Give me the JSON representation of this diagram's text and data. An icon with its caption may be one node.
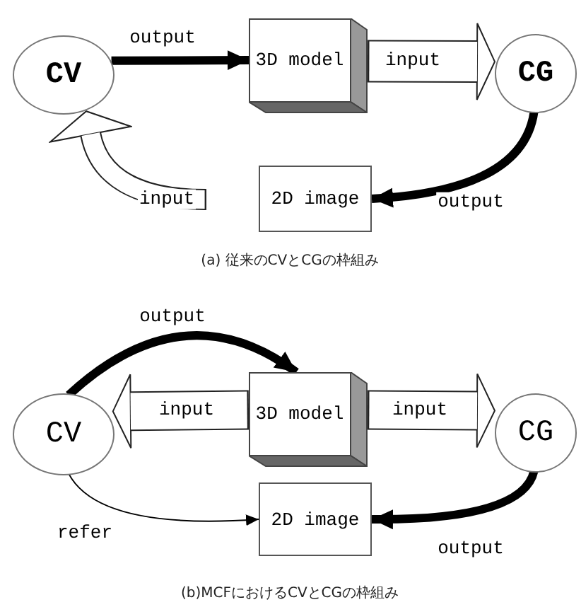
{
  "diagram": {
    "nodes": [
      {
        "text": [
          "CV"
        ]
      },
      {
        "text": [
          "3D model"
        ]
      },
      {
        "text": [
          "CG"
        ]
      },
      {
        "text": [
          "2D image"
        ]
      },
      {
        "text": [
          "CV"
        ]
      },
      {
        "text": [
          "3D model"
        ]
      },
      {
        "text": [
          "CG"
        ]
      },
      {
        "text": [
          "2D image"
        ]
      }
    ],
    "edges": [
      {
        "from": 0,
        "to": 1,
        "arrow": "to",
        "label": "output"
      },
      {
        "from": 1,
        "to": 2,
        "arrow": "to",
        "label": "input",
        "style": "thick"
      },
      {
        "from": 2,
        "to": 3,
        "arrow": "to",
        "label": "output"
      },
      {
        "from": null,
        "to": 0,
        "arrow": "to",
        "label": "input",
        "style": "thick"
      },
      {
        "from": 4,
        "to": 5,
        "arrow": "to",
        "label": "output"
      },
      {
        "from": 5,
        "to": 4,
        "arrow": "to",
        "label": "input",
        "style": "thick"
      },
      {
        "from": 5,
        "to": 6,
        "arrow": "to",
        "label": "input",
        "style": "thick"
      },
      {
        "from": 6,
        "to": 7,
        "arrow": "to",
        "label": "output"
      },
      {
        "from": 4,
        "to": 7,
        "arrow": "to",
        "label": "refer"
      }
    ],
    "labels": [
      "(a) 従来のCVとCGの枠組み",
      "(b)MCFにおけるCVとCGの枠組み"
    ]
  }
}
